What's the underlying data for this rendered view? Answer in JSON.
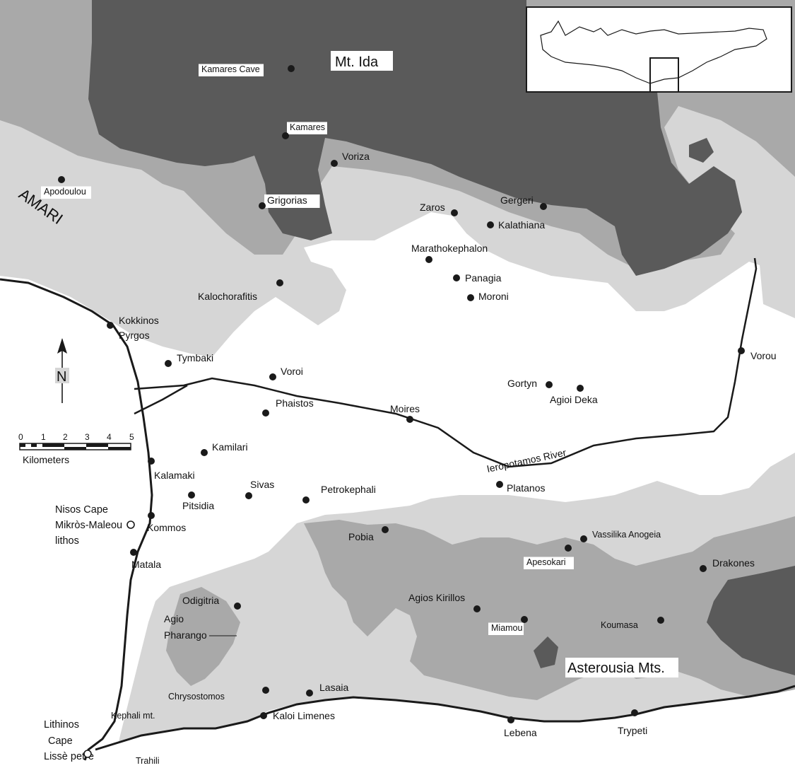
{
  "map": {
    "mountains": [
      {
        "key": "mt-ida",
        "label": "Mt. Ida"
      },
      {
        "key": "asterousia",
        "label": "Asterousia Mts."
      }
    ],
    "region_label": "AMARI",
    "river_label": "Ieropotamos River",
    "compass_letter": "N",
    "scale": {
      "ticks": [
        "0",
        "1",
        "2",
        "3",
        "4",
        "5"
      ],
      "unit": "Kilometers"
    },
    "coastal_labels": [
      {
        "key": "nisos-cape",
        "label": "Nisos Cape"
      },
      {
        "key": "mikros-maleou",
        "label": "Mikròs-Maleou"
      },
      {
        "key": "lithos",
        "label": "lithos"
      },
      {
        "key": "lithinos-cape",
        "label": "Lithinos"
      },
      {
        "key": "cape",
        "label": "Cape"
      },
      {
        "key": "lisse-petre",
        "label": "Lissè petre"
      }
    ],
    "places": [
      {
        "key": "kamares-cave",
        "label": "Kamares Cave"
      },
      {
        "key": "kamares",
        "label": "Kamares"
      },
      {
        "key": "voriza",
        "label": "Voriza"
      },
      {
        "key": "apodoulou",
        "label": "Apodoulou"
      },
      {
        "key": "grigorias",
        "label": "Grigorias"
      },
      {
        "key": "zaros",
        "label": "Zaros"
      },
      {
        "key": "gergeri",
        "label": "Gergeri"
      },
      {
        "key": "kalathiana",
        "label": "Kalathiana"
      },
      {
        "key": "marathokephalon",
        "label": "Marathokephalon"
      },
      {
        "key": "panagia",
        "label": "Panagia"
      },
      {
        "key": "moroni",
        "label": "Moroni"
      },
      {
        "key": "kalochorafitis",
        "label": "Kalochorafitis"
      },
      {
        "key": "kokkinos",
        "label": "Kokkinos"
      },
      {
        "key": "pyrgos",
        "label": "Pyrgos"
      },
      {
        "key": "tymbaki",
        "label": "Tymbaki"
      },
      {
        "key": "voroi",
        "label": "Voroi"
      },
      {
        "key": "vorou",
        "label": "Vorou"
      },
      {
        "key": "gortyn",
        "label": "Gortyn"
      },
      {
        "key": "agioi-deka",
        "label": "Agioi Deka"
      },
      {
        "key": "phaistos",
        "label": "Phaistos"
      },
      {
        "key": "moires",
        "label": "Moires"
      },
      {
        "key": "kamilari",
        "label": "Kamilari"
      },
      {
        "key": "kalamaki",
        "label": "Kalamaki"
      },
      {
        "key": "sivas",
        "label": "Sivas"
      },
      {
        "key": "petrokephali",
        "label": "Petrokephali"
      },
      {
        "key": "platanos",
        "label": "Platanos"
      },
      {
        "key": "pitsidia",
        "label": "Pitsidia"
      },
      {
        "key": "kommos",
        "label": "Kommos"
      },
      {
        "key": "matala",
        "label": "Matala"
      },
      {
        "key": "pobia",
        "label": "Pobia"
      },
      {
        "key": "vassilika-anogeia",
        "label": "Vassilika Anogeia"
      },
      {
        "key": "apesokari",
        "label": "Apesokari"
      },
      {
        "key": "drakones",
        "label": "Drakones"
      },
      {
        "key": "odigitria",
        "label": "Odigitria"
      },
      {
        "key": "agio",
        "label": "Agio"
      },
      {
        "key": "pharango",
        "label": "Pharango"
      },
      {
        "key": "agios-kirillos",
        "label": "Agios Kirillos"
      },
      {
        "key": "miamou",
        "label": "Miamou"
      },
      {
        "key": "koumasa",
        "label": "Koumasa"
      },
      {
        "key": "chrysostomos",
        "label": "Chrysostomos"
      },
      {
        "key": "lasaia",
        "label": "Lasaia"
      },
      {
        "key": "kephali",
        "label": "Kephali mt."
      },
      {
        "key": "kaloi-limenes",
        "label": "Kaloi Limenes"
      },
      {
        "key": "lebena",
        "label": "Lebena"
      },
      {
        "key": "trypeti",
        "label": "Trypeti"
      },
      {
        "key": "trahili",
        "label": "Trahili"
      }
    ],
    "colors": {
      "high": "#5a5a5a",
      "mid": "#a9a9a9",
      "low": "#d6d6d6",
      "plain": "#ffffff",
      "line": "#1a1a1a"
    }
  }
}
